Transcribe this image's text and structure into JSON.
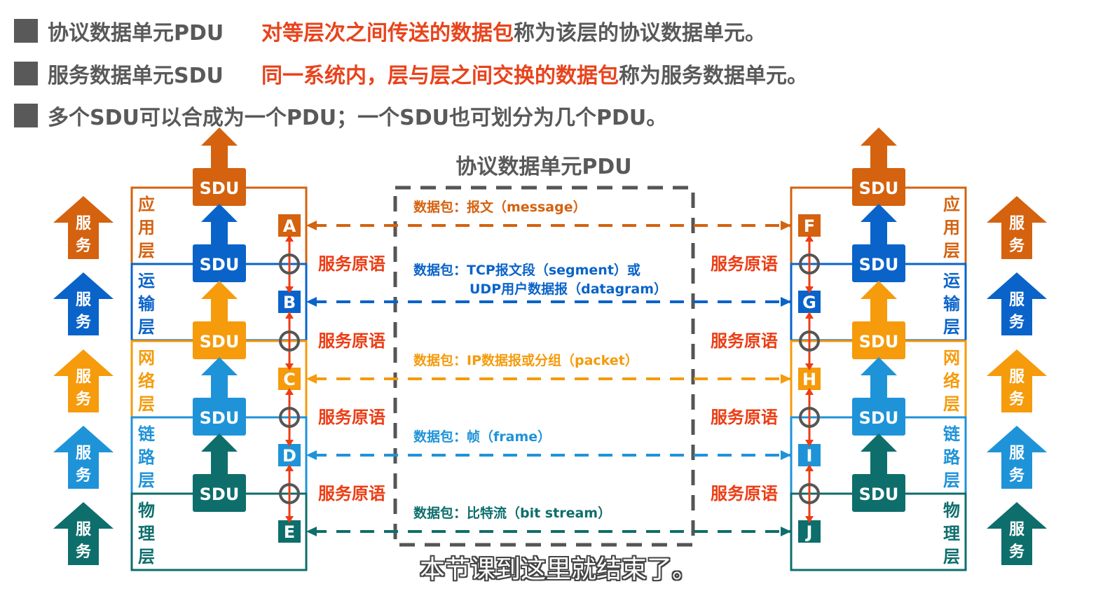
{
  "bullets": [
    {
      "term": "协议数据单元PDU",
      "highlight": "对等层次之间传送的数据包",
      "rest": "称为该层的协议数据单元。"
    },
    {
      "term": "服务数据单元SDU",
      "highlight": "同一系统内，层与层之间交换的数据包",
      "rest": "称为服务数据单元。"
    },
    {
      "term": "",
      "highlight": "",
      "rest": "多个SDU可以合成为一个PDU；一个SDU也可划分为几个PDU。"
    }
  ],
  "pdu_title": "协议数据单元PDU",
  "service_label": "服务",
  "sdu_label": "SDU",
  "primitive_label": "服务原语",
  "layers": [
    {
      "name": "应用层",
      "color": "#d4620f",
      "left_point": "A",
      "right_point": "F",
      "packet": "数据包：报文（message）",
      "packet2": ""
    },
    {
      "name": "运输层",
      "color": "#0a63c9",
      "left_point": "B",
      "right_point": "G",
      "packet": "数据包：TCP报文段（segment）或",
      "packet2": "UDP用户数据报（datagram）"
    },
    {
      "name": "网络层",
      "color": "#f59b0c",
      "left_point": "C",
      "right_point": "H",
      "packet": "数据包：IP数据报或分组（packet）",
      "packet2": ""
    },
    {
      "name": "链路层",
      "color": "#1f93d8",
      "left_point": "D",
      "right_point": "I",
      "packet": "数据包：帧（frame）",
      "packet2": ""
    },
    {
      "name": "物理层",
      "color": "#0e6e6c",
      "left_point": "E",
      "right_point": "J",
      "packet": "数据包：比特流（bit stream）",
      "packet2": ""
    }
  ],
  "colors": {
    "text_gray": "#595959",
    "highlight_red": "#e8431c",
    "pdu_box": "#555555",
    "primitive_arrow": "#ec3d14"
  },
  "subtitle": "本节课到这里就结束了。"
}
